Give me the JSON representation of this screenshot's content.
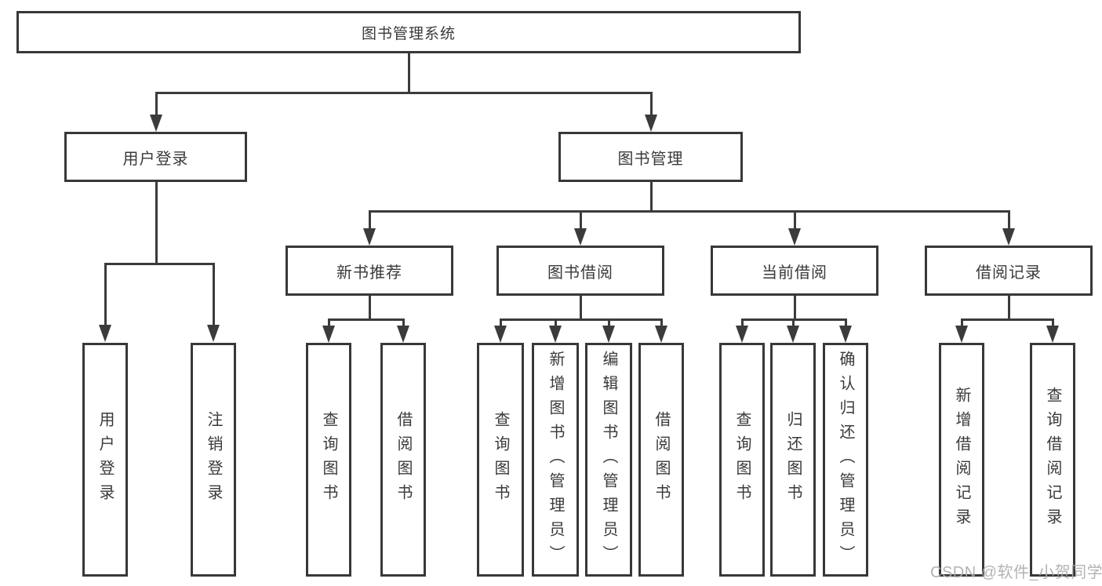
{
  "title": "图书管理系统",
  "watermark": "CSDN @软件_小贺同学",
  "colors": {
    "line": "#3b3b3b",
    "box_border": "#383838",
    "text": "#3a3a3a",
    "watermark": "#acacac",
    "background": "#ffffff"
  },
  "tree": {
    "root": {
      "label": "图书管理系统"
    },
    "level2": [
      {
        "label": "用户登录",
        "children": [
          {
            "label": "用户登录"
          },
          {
            "label": "注销登录"
          }
        ]
      },
      {
        "label": "图书管理",
        "children": [
          {
            "label": "新书推荐",
            "children": [
              {
                "label": "查询图书"
              },
              {
                "label": "借阅图书"
              }
            ]
          },
          {
            "label": "图书借阅",
            "children": [
              {
                "label": "查询图书"
              },
              {
                "label": "新增图书（管理员）"
              },
              {
                "label": "编辑图书（管理员）"
              },
              {
                "label": "借阅图书"
              }
            ]
          },
          {
            "label": "当前借阅",
            "children": [
              {
                "label": "查询图书"
              },
              {
                "label": "归还图书"
              },
              {
                "label": "确认归还（管理员）"
              }
            ]
          },
          {
            "label": "借阅记录",
            "children": [
              {
                "label": "新增借阅记录"
              },
              {
                "label": "查询借阅记录"
              }
            ]
          }
        ]
      }
    ]
  }
}
